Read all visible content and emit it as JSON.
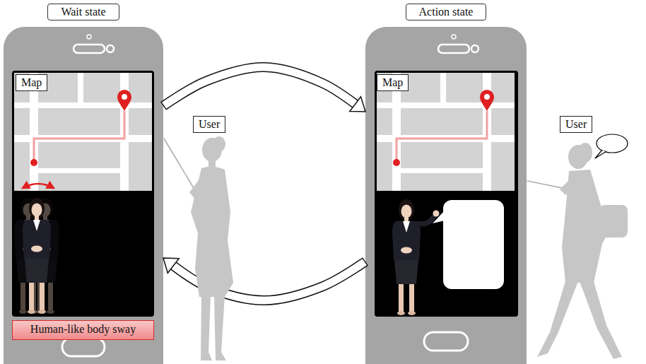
{
  "diagram": {
    "nodes": [
      {
        "text": [
          "Wait state"
        ]
      },
      {
        "text": [
          "Map"
        ],
        "in": 0
      },
      {
        "text": [
          "Human-like body sway"
        ],
        "in": 0
      },
      {
        "text": [
          "User"
        ]
      },
      {
        "text": [
          "Action state"
        ]
      },
      {
        "text": [
          "Map"
        ],
        "in": 4
      },
      {
        "text": [
          "User"
        ]
      }
    ],
    "edges": [
      {
        "from": 0,
        "to": 4,
        "arrow": "to"
      },
      {
        "from": 4,
        "to": 0,
        "arrow": "to"
      }
    ]
  }
}
